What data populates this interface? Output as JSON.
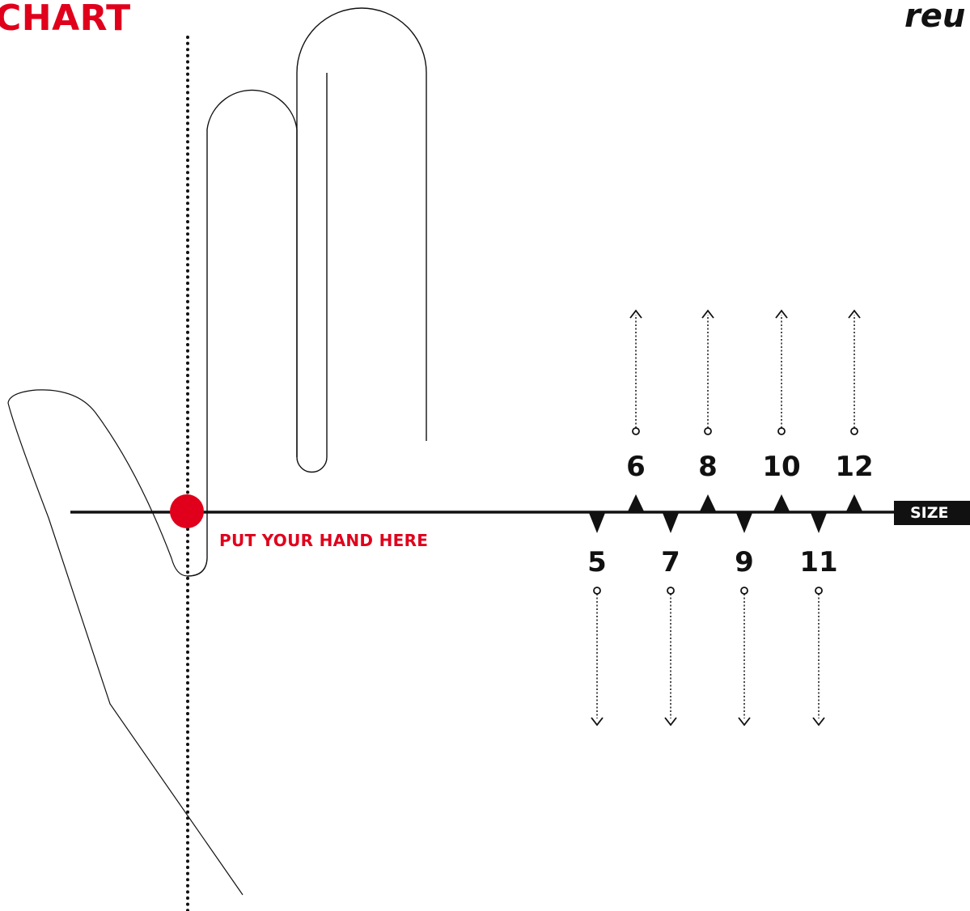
{
  "header": {
    "title": "CHART",
    "brand": "reu"
  },
  "hand": {
    "instruction": "PUT YOUR HAND HERE"
  },
  "scale": {
    "axis_label": "SIZE",
    "upper_sizes": [
      "6",
      "8",
      "10",
      "12"
    ],
    "lower_sizes": [
      "5",
      "7",
      "9",
      "11"
    ]
  },
  "colors": {
    "accent": "#e0001b",
    "ink": "#111111"
  }
}
